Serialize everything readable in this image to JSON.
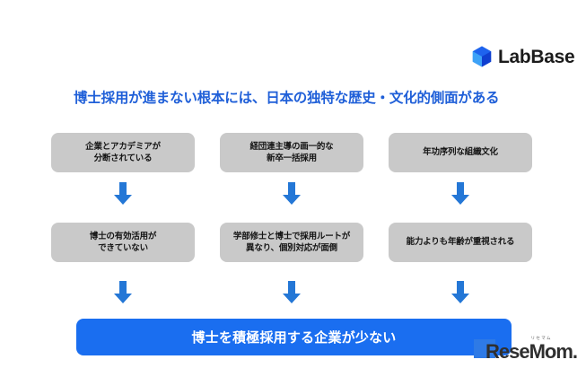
{
  "brand": {
    "name": "LabBase",
    "logo_icon": "cube-hexagon-icon",
    "logo_color": "#1a55e8"
  },
  "title": "博士採用が進まない根本には、日本の独特な歴史・文化的側面がある",
  "title_color": "#1f5fd8",
  "accent_color": "#1a6ef0",
  "box_color": "#c9c9c9",
  "columns": [
    {
      "cause": "企業とアカデミアが\n分断されている",
      "effect": "博士の有効活用が\nできていない",
      "arrow_icon": "arrow-down-icon"
    },
    {
      "cause": "経団連主導の画一的な\n新卒一括採用",
      "effect": "学部修士と博士で採用ルートが\n異なり、個別対応が面倒",
      "arrow_icon": "arrow-down-icon"
    },
    {
      "cause": "年功序列な組織文化",
      "effect": "能力よりも年齢が重視される",
      "arrow_icon": "arrow-down-icon"
    }
  ],
  "conclusion": "博士を積極採用する企業が少ない",
  "watermark": {
    "part1": "Rese",
    "part2": "Mom",
    "ruby": "リセマム",
    "dot": "."
  }
}
